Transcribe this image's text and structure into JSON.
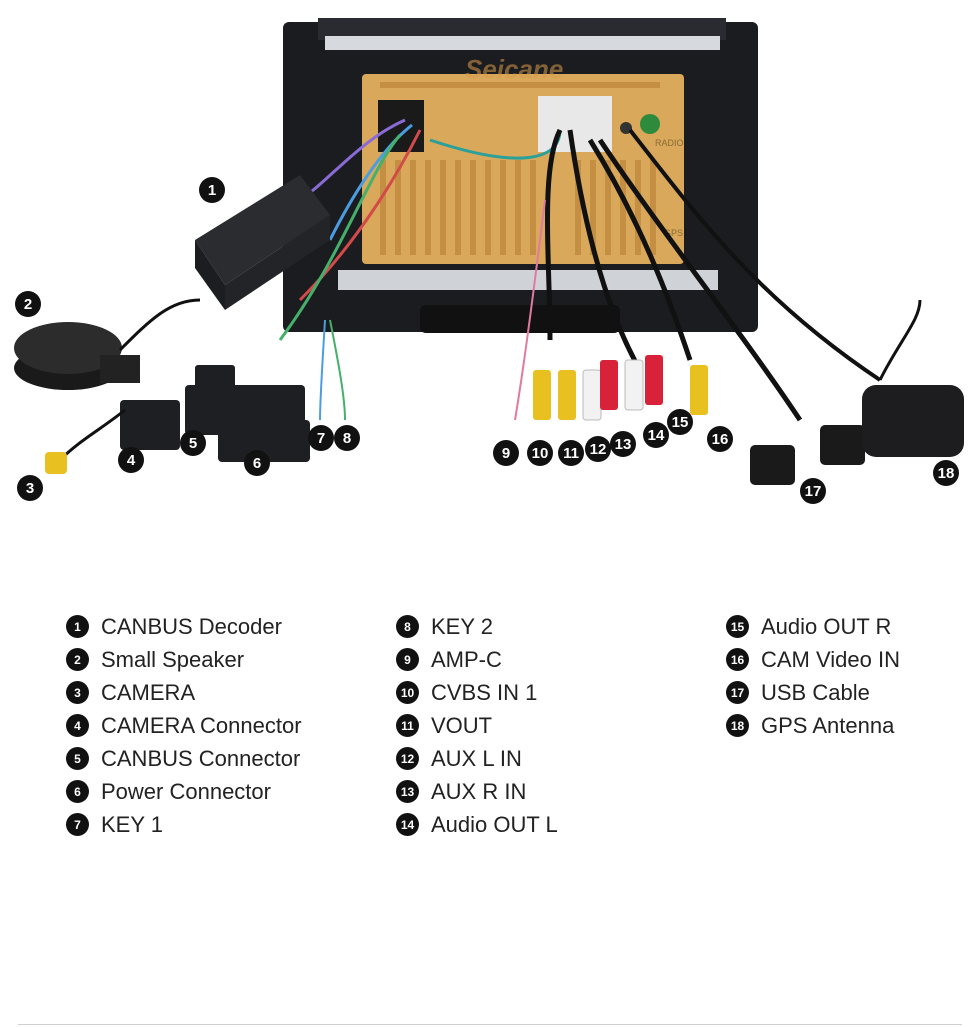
{
  "brand": "Seicane",
  "unit_labels": {
    "radio": "RADIO",
    "gps": "GPS"
  },
  "callouts": [
    "1",
    "2",
    "3",
    "4",
    "5",
    "6",
    "7",
    "8",
    "9",
    "10",
    "11",
    "12",
    "13",
    "14",
    "15",
    "16",
    "17",
    "18"
  ],
  "legend": {
    "col1": [
      {
        "num": "1",
        "label": "CANBUS Decoder"
      },
      {
        "num": "2",
        "label": "Small Speaker"
      },
      {
        "num": "3",
        "label": "CAMERA"
      },
      {
        "num": "4",
        "label": "CAMERA Connector"
      },
      {
        "num": "5",
        "label": "CANBUS Connector"
      },
      {
        "num": "6",
        "label": "Power Connector"
      },
      {
        "num": "7",
        "label": "KEY 1"
      }
    ],
    "col2": [
      {
        "num": "8",
        "label": "KEY 2"
      },
      {
        "num": "9",
        "label": "AMP-C"
      },
      {
        "num": "10",
        "label": "CVBS IN 1"
      },
      {
        "num": "11",
        "label": "VOUT"
      },
      {
        "num": "12",
        "label": "AUX L IN"
      },
      {
        "num": "13",
        "label": "AUX R IN"
      },
      {
        "num": "14",
        "label": "Audio OUT L"
      }
    ],
    "col3": [
      {
        "num": "15",
        "label": "Audio OUT R"
      },
      {
        "num": "16",
        "label": "CAM Video IN"
      },
      {
        "num": "17",
        "label": "USB Cable"
      },
      {
        "num": "18",
        "label": "GPS Antenna"
      }
    ]
  }
}
